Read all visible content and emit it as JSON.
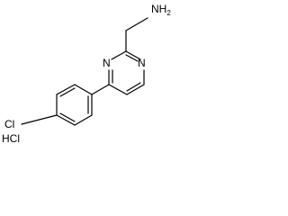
{
  "molecule": {
    "ring_nitrogen_1": "N",
    "ring_nitrogen_2": "N",
    "amine": {
      "symbol": "NH",
      "subscript": "2"
    },
    "halogen": "Cl",
    "salt": "HCl"
  },
  "colors": {
    "bond": "#000000",
    "text": "#000000",
    "background": "#ffffff"
  }
}
